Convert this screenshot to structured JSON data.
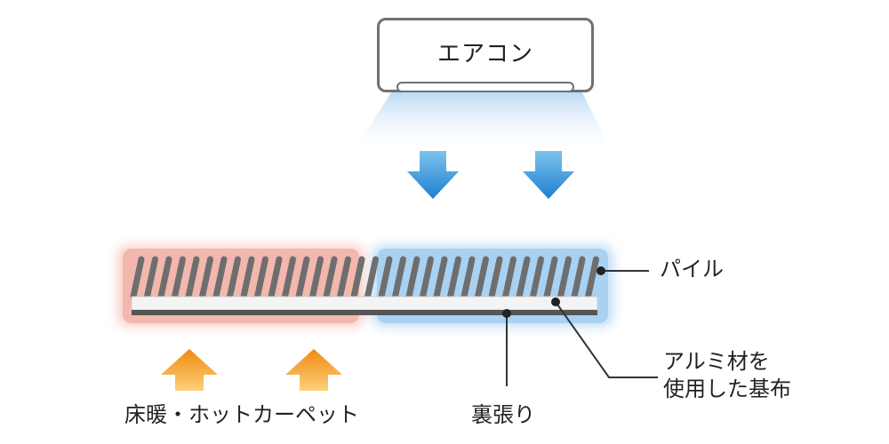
{
  "air_conditioner": {
    "label": "エアコン"
  },
  "labels": {
    "pile": "パイル",
    "aluminum_line1": "アルミ材を",
    "aluminum_line2": "使用した基布",
    "backing": "裏張り",
    "floor_heating": "床暖・ホットカーペット"
  },
  "colors": {
    "cool_blue": "#2f8fd6",
    "warm_orange": "#f39a1a",
    "warm_zone": "#f2b7ad",
    "cool_zone": "#a9d1f2",
    "pile_gray": "#6e6e6e",
    "backing_dark": "#555555",
    "aluminum_base": "#f4f4f4"
  },
  "icons": [
    "cool-air-arrow-down-icon",
    "heat-arrow-up-icon"
  ]
}
